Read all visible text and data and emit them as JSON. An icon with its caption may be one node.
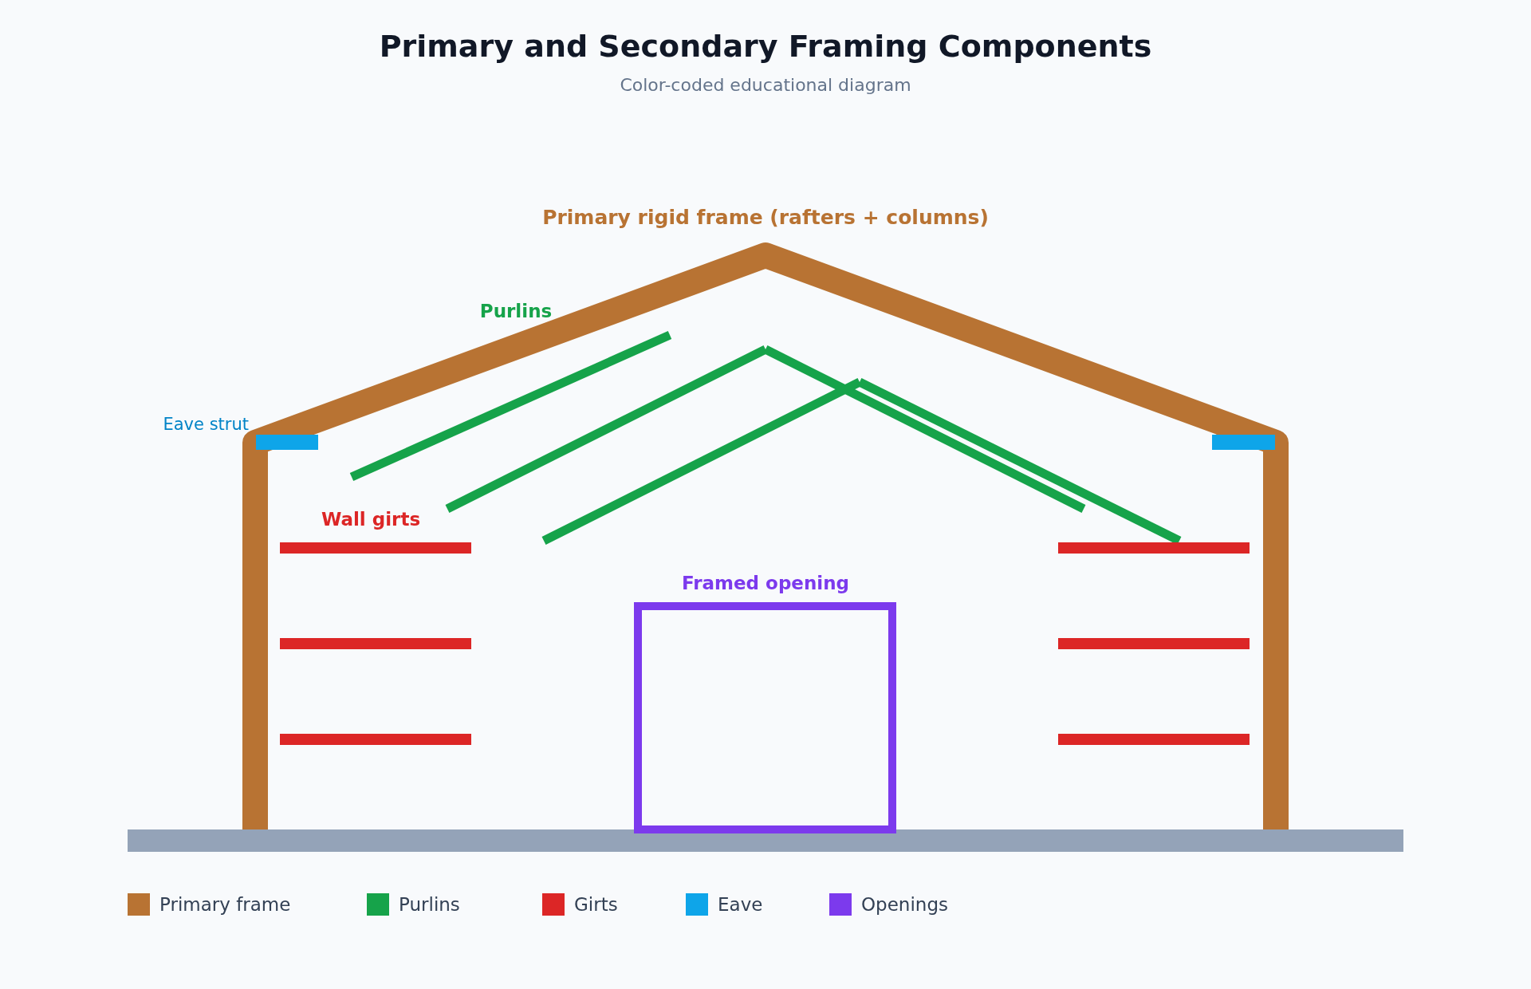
{
  "diagram": {
    "title": "Primary and Secondary Framing Components",
    "labels": [
      "Color-coded educational diagram",
      "Purlins",
      "Primary rigid frame (rafters + columns)",
      "Eave strut",
      "Wall girts",
      "Framed opening"
    ],
    "legend": [
      {
        "text": "Primary frame",
        "color": "#b87333"
      },
      {
        "text": "Purlins",
        "color": "#16a34a"
      },
      {
        "text": "Girts",
        "color": "#dc2626"
      },
      {
        "text": "Eave",
        "color": "#0ea5e9"
      },
      {
        "text": "Openings",
        "color": "#7c3aed"
      }
    ]
  }
}
